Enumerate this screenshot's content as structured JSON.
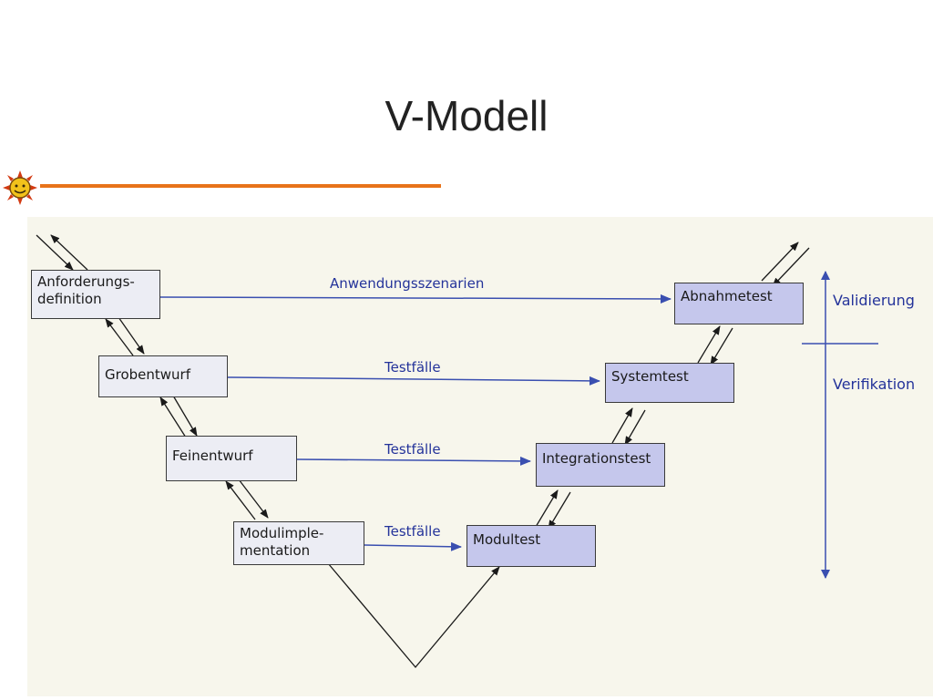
{
  "slide": {
    "title": "V-Modell"
  },
  "diagram": {
    "left_boxes": [
      {
        "id": "anforderungsdefinition",
        "line1": "Anforderungs-",
        "line2": "definition"
      },
      {
        "id": "grobentwurf",
        "label": "Grobentwurf"
      },
      {
        "id": "feinentwurf",
        "label": "Feinentwurf"
      },
      {
        "id": "modulimplementation",
        "line1": "Modulimple-",
        "line2": "mentation"
      }
    ],
    "right_boxes": [
      {
        "id": "abnahmetest",
        "label": "Abnahmetest"
      },
      {
        "id": "systemtest",
        "label": "Systemtest"
      },
      {
        "id": "integrationstest",
        "label": "Integrationstest"
      },
      {
        "id": "modultest",
        "label": "Modultest"
      }
    ],
    "connector_labels": {
      "anwendungsszenarien": "Anwendungsszenarien",
      "testfaelle_1": "Testfälle",
      "testfaelle_2": "Testfälle",
      "testfaelle_3": "Testfälle"
    },
    "side_labels": {
      "validierung": "Validierung",
      "verifikation": "Verifikation"
    },
    "colors": {
      "accent_line": "#e8731a",
      "label_blue": "#24339a",
      "arrow_blue": "#3a4fb0",
      "left_box_fill": "#ecedf4",
      "right_box_fill": "#c5c7ec"
    }
  }
}
